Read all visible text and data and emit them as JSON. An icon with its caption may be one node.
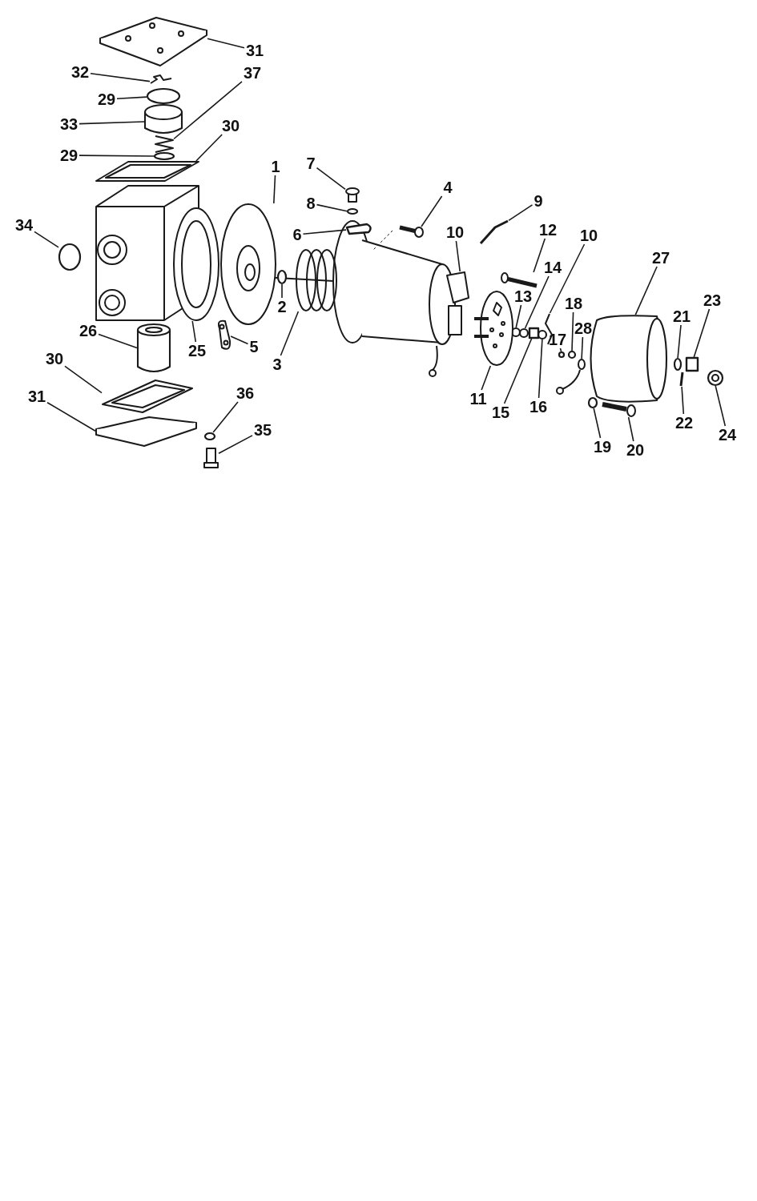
{
  "diagram": {
    "nodes": [
      {
        "text": [
          "31"
        ]
      },
      {
        "text": [
          "32"
        ]
      },
      {
        "text": [
          "37"
        ]
      },
      {
        "text": [
          "29"
        ]
      },
      {
        "text": [
          "33"
        ]
      },
      {
        "text": [
          "30"
        ]
      },
      {
        "text": [
          "29"
        ]
      },
      {
        "text": [
          "7"
        ]
      },
      {
        "text": [
          "1"
        ]
      },
      {
        "text": [
          "4"
        ]
      },
      {
        "text": [
          "9"
        ]
      },
      {
        "text": [
          "8"
        ]
      },
      {
        "text": [
          "34"
        ]
      },
      {
        "text": [
          "10"
        ]
      },
      {
        "text": [
          "12"
        ]
      },
      {
        "text": [
          "6"
        ]
      },
      {
        "text": [
          "10"
        ]
      },
      {
        "text": [
          "27"
        ]
      },
      {
        "text": [
          "14"
        ]
      },
      {
        "text": [
          "13"
        ]
      },
      {
        "text": [
          "23"
        ]
      },
      {
        "text": [
          "18"
        ]
      },
      {
        "text": [
          "2"
        ]
      },
      {
        "text": [
          "21"
        ]
      },
      {
        "text": [
          "28"
        ]
      },
      {
        "text": [
          "26"
        ]
      },
      {
        "text": [
          "17"
        ]
      },
      {
        "text": [
          "5"
        ]
      },
      {
        "text": [
          "25"
        ]
      },
      {
        "text": [
          "3"
        ]
      },
      {
        "text": [
          "30"
        ]
      },
      {
        "text": [
          "36"
        ]
      },
      {
        "text": [
          "31"
        ]
      },
      {
        "text": [
          "11"
        ]
      },
      {
        "text": [
          "16"
        ]
      },
      {
        "text": [
          "15"
        ]
      },
      {
        "text": [
          "22"
        ]
      },
      {
        "text": [
          "35"
        ]
      },
      {
        "text": [
          "24"
        ]
      },
      {
        "text": [
          "19"
        ]
      },
      {
        "text": [
          "20"
        ]
      },
      {
        "text": [],
        "shape": "picture"
      },
      {
        "text": [],
        "shape": "picture"
      },
      {
        "text": [],
        "shape": "picture"
      },
      {
        "text": [],
        "shape": "circle"
      },
      {
        "text": [],
        "shape": "cylinder"
      },
      {
        "text": [],
        "shape": "picture"
      },
      {
        "text": [],
        "shape": "circle"
      },
      {
        "text": [],
        "shape": "picture"
      },
      {
        "text": [],
        "shape": "picture"
      },
      {
        "text": [],
        "shape": "picture"
      },
      {
        "text": [],
        "shape": "picture"
      },
      {
        "text": [],
        "shape": "circle"
      },
      {
        "text": [],
        "shape": "circle"
      },
      {
        "text": [],
        "shape": "picture"
      },
      {
        "text": [],
        "shape": "picture"
      },
      {
        "text": [],
        "shape": "box"
      },
      {
        "text": [],
        "shape": "picture"
      },
      {
        "text": [],
        "shape": "cylinder"
      },
      {
        "text": [],
        "shape": "circle"
      },
      {
        "text": [],
        "shape": "circle"
      },
      {
        "text": [],
        "shape": "box"
      },
      {
        "text": [],
        "shape": "circle"
      },
      {
        "text": [],
        "shape": "circle"
      },
      {
        "text": [],
        "shape": "circle"
      },
      {
        "text": [],
        "shape": "picture"
      },
      {
        "text": [],
        "shape": "cylinder"
      },
      {
        "text": [],
        "shape": "circle"
      },
      {
        "text": [],
        "shape": "picture"
      },
      {
        "text": [],
        "shape": "picture"
      },
      {
        "text": [],
        "shape": "picture"
      },
      {
        "text": [],
        "shape": "picture"
      },
      {
        "text": [],
        "shape": "circle"
      },
      {
        "text": [],
        "shape": "picture"
      },
      {
        "text": [],
        "shape": "picture"
      },
      {
        "text": [],
        "shape": "circle"
      },
      {
        "text": [],
        "shape": "box"
      },
      {
        "text": [],
        "shape": "picture"
      },
      {
        "text": [],
        "shape": "picture"
      },
      {
        "text": [],
        "shape": "circle"
      },
      {
        "text": [],
        "shape": "circle"
      },
      {
        "text": [],
        "shape": "picture"
      }
    ],
    "edges": [
      {
        "from": 0,
        "to": 41,
        "arrow": "none"
      },
      {
        "from": 1,
        "to": 42,
        "arrow": "none"
      },
      {
        "from": 2,
        "to": 43,
        "arrow": "none"
      },
      {
        "from": 3,
        "to": 44,
        "arrow": "none"
      },
      {
        "from": 4,
        "to": 45,
        "arrow": "none"
      },
      {
        "from": 5,
        "to": 46,
        "arrow": "none"
      },
      {
        "from": 6,
        "to": 47,
        "arrow": "none"
      },
      {
        "from": 7,
        "to": 48,
        "arrow": "none"
      },
      {
        "from": 8,
        "to": 49,
        "arrow": "none"
      },
      {
        "from": 9,
        "to": 50,
        "arrow": "none"
      },
      {
        "from": 10,
        "to": 51,
        "arrow": "none"
      },
      {
        "from": 11,
        "to": 52,
        "arrow": "none"
      },
      {
        "from": 12,
        "to": 53,
        "arrow": "none"
      },
      {
        "from": 13,
        "to": 54,
        "arrow": "none"
      },
      {
        "from": 14,
        "to": 55,
        "arrow": "none"
      },
      {
        "from": 15,
        "to": 56,
        "arrow": "none"
      },
      {
        "from": 16,
        "to": 57,
        "arrow": "none"
      },
      {
        "from": 17,
        "to": 58,
        "arrow": "none"
      },
      {
        "from": 18,
        "to": 59,
        "arrow": "none"
      },
      {
        "from": 19,
        "to": 60,
        "arrow": "none"
      },
      {
        "from": 20,
        "to": 61,
        "arrow": "none"
      },
      {
        "from": 21,
        "to": 62,
        "arrow": "none"
      },
      {
        "from": 22,
        "to": 63,
        "arrow": "none"
      },
      {
        "from": 23,
        "to": 64,
        "arrow": "none"
      },
      {
        "from": 24,
        "to": 65,
        "arrow": "none"
      },
      {
        "from": 25,
        "to": 66,
        "arrow": "none"
      },
      {
        "from": 26,
        "to": 67,
        "arrow": "none"
      },
      {
        "from": 27,
        "to": 68,
        "arrow": "none"
      },
      {
        "from": 28,
        "to": 69,
        "arrow": "none"
      },
      {
        "from": 29,
        "to": 70,
        "arrow": "none"
      },
      {
        "from": 30,
        "to": 71,
        "arrow": "none"
      },
      {
        "from": 31,
        "to": 72,
        "arrow": "none"
      },
      {
        "from": 32,
        "to": 73,
        "arrow": "none"
      },
      {
        "from": 33,
        "to": 74,
        "arrow": "none"
      },
      {
        "from": 34,
        "to": 75,
        "arrow": "none"
      },
      {
        "from": 35,
        "to": 76,
        "arrow": "none"
      },
      {
        "from": 36,
        "to": 77,
        "arrow": "none"
      },
      {
        "from": 37,
        "to": 78,
        "arrow": "none"
      },
      {
        "from": 38,
        "to": 79,
        "arrow": "none"
      },
      {
        "from": 39,
        "to": 80,
        "arrow": "none"
      },
      {
        "from": 40,
        "to": 81,
        "arrow": "none"
      }
    ]
  }
}
